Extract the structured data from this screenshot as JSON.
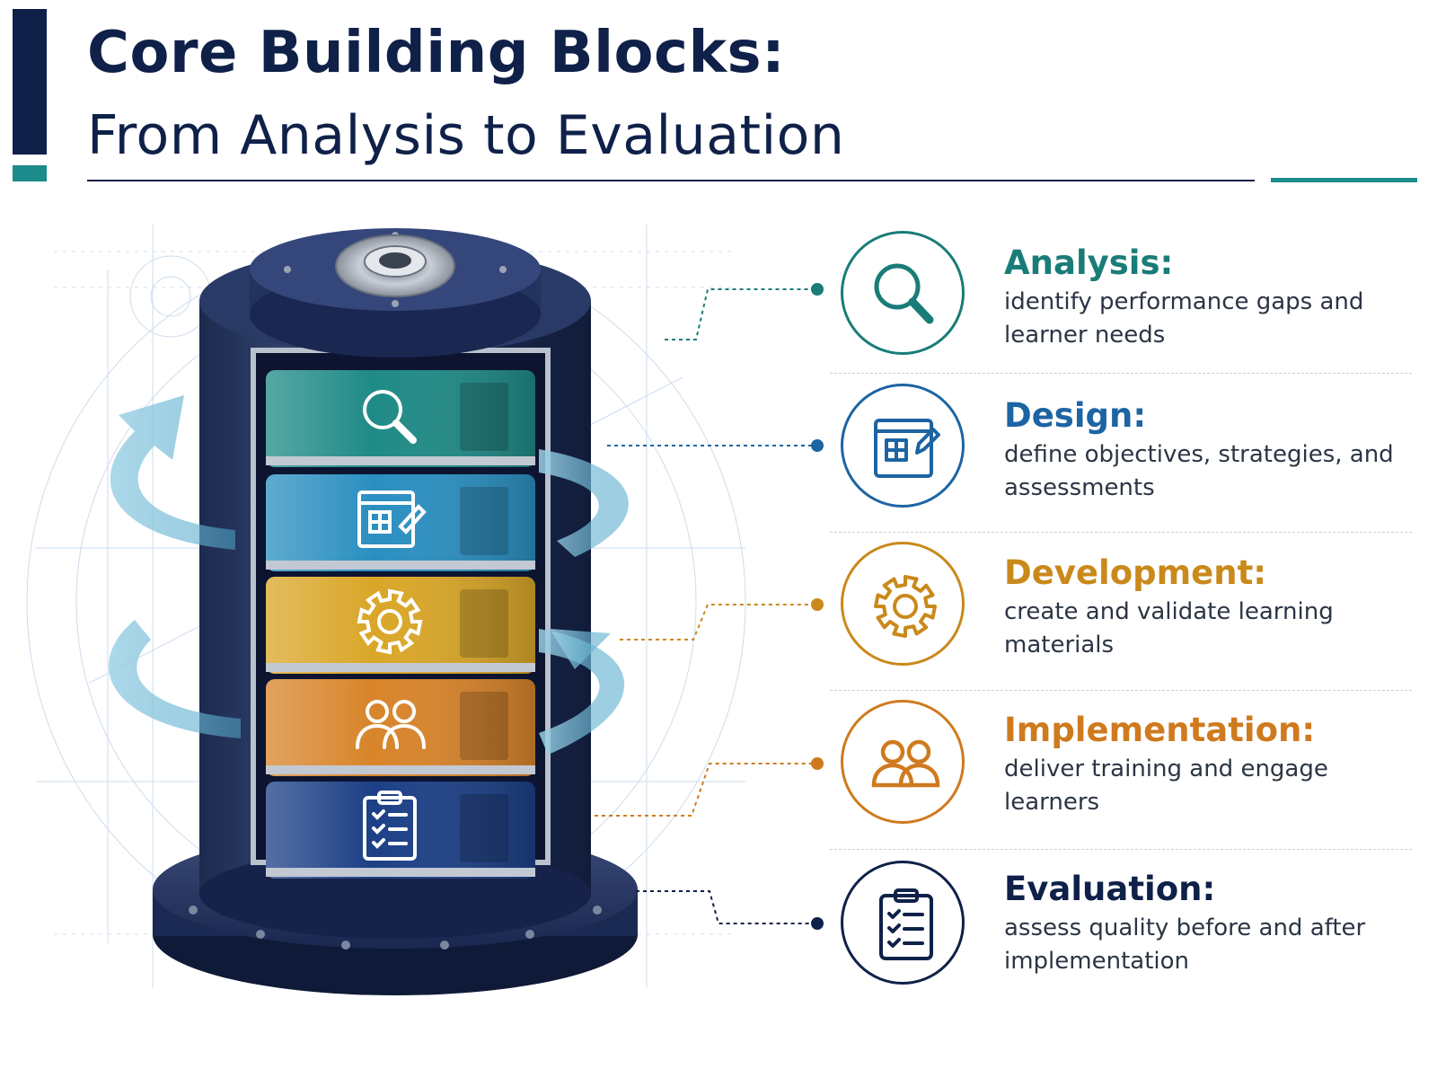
{
  "header": {
    "title": "Core Building Blocks:",
    "subtitle": "From Analysis to Evaluation"
  },
  "colors": {
    "navy": "#0f2149",
    "teal": "#1b8b8c",
    "analysis": "#1a7c78",
    "design": "#1d64a3",
    "development": "#c9891b",
    "implementation": "#cf7a1e",
    "evaluation": "#0f2149"
  },
  "stages": [
    {
      "name": "Analysis:",
      "description": "identify performance gaps and learner needs",
      "icon": "magnifier-icon",
      "color": "#1a7c78",
      "block_color": "#1f8a86"
    },
    {
      "name": "Design:",
      "description": "define objectives, strategies, and assessments",
      "icon": "design-board-icon",
      "color": "#1d64a3",
      "block_color": "#2a8fc0"
    },
    {
      "name": "Development:",
      "description": "create and validate learning materials",
      "icon": "gear-icon",
      "color": "#c9891b",
      "block_color": "#d9a628"
    },
    {
      "name": "Implementation:",
      "description": "deliver training and engage learners",
      "icon": "people-icon",
      "color": "#cf7a1e",
      "block_color": "#d8842a"
    },
    {
      "name": "Evaluation:",
      "description": "assess quality before and after implementation",
      "icon": "clipboard-checklist-icon",
      "color": "#0f2149",
      "block_color": "#1c3f86"
    }
  ]
}
